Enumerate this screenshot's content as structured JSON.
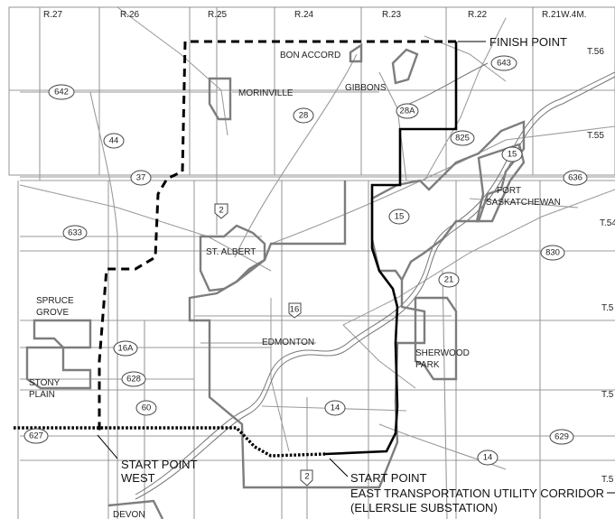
{
  "ranges": {
    "r27": "R.27",
    "r26": "R.26",
    "r25": "R.25",
    "r24": "R.24",
    "r23": "R.23",
    "r22": "R.22",
    "r21": "R.21W.4M."
  },
  "townships": {
    "t56": "T.56",
    "t55": "T.55",
    "t54": "T.54",
    "t53": "T.5",
    "t52": "T.5",
    "t51": "T.5"
  },
  "places": {
    "bon_accord": "BON ACCORD",
    "morinville": "MORINVILLE",
    "gibbons": "GIBBONS",
    "fort_sask_1": "FORT",
    "fort_sask_2": "SASKATCHEWAN",
    "st_albert": "ST. ALBERT",
    "spruce_grove_1": "SPRUCE",
    "spruce_grove_2": "GROVE",
    "edmonton": "EDMONTON",
    "sherwood_1": "SHERWOOD",
    "sherwood_2": "PARK",
    "stony_1": "STONY",
    "stony_2": "PLAIN",
    "devon": "DEVON"
  },
  "highways": {
    "h643": "643",
    "h642": "642",
    "h28": "28",
    "h28a": "28A",
    "h825": "825",
    "h15a": "15",
    "h15b": "15",
    "h636": "636",
    "h44": "44",
    "h37": "37",
    "h2a": "2",
    "h2b": "2",
    "h633": "633",
    "h830": "830",
    "h21": "21",
    "h16": "16",
    "h16a": "16A",
    "h628": "628",
    "h60": "60",
    "h14a": "14",
    "h14b": "14",
    "h627": "627",
    "h629": "629"
  },
  "callouts": {
    "finish": "FINISH POINT",
    "start_west_1": "START POINT",
    "start_west_2": "WEST",
    "start": "START POINT",
    "corridor": "EAST TRANSPORTATION UTILITY CORRIDOR",
    "substation": "(ELLERSLIE SUBSTATION)"
  },
  "legend_styles": {
    "route_dashed_color": "#000000",
    "route_solid_color": "#000000",
    "route_dotted_color": "#000000",
    "boundary_color": "#7d7d7d"
  }
}
